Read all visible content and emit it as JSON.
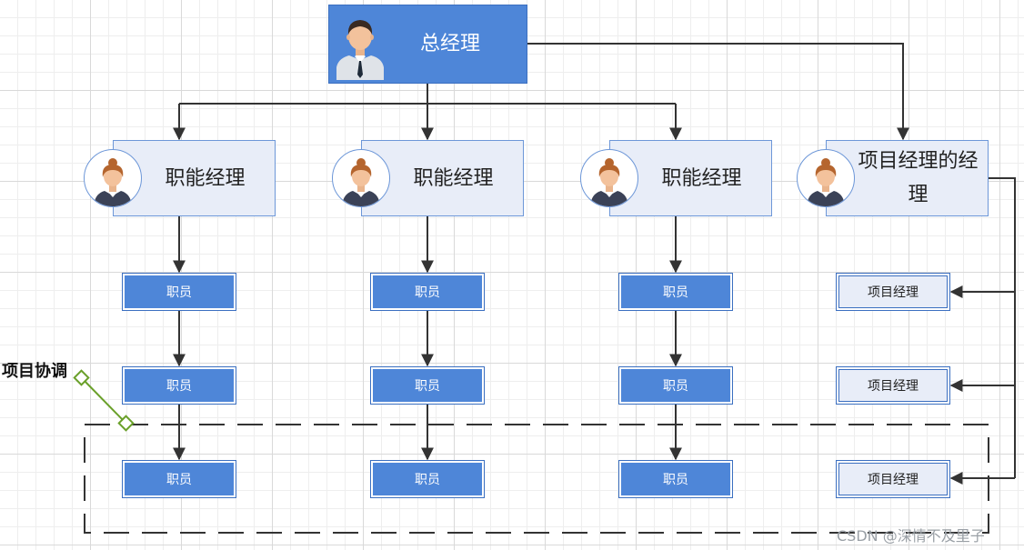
{
  "chart": {
    "ceo": {
      "label": "总经理"
    },
    "managers": [
      {
        "label": "职能经理"
      },
      {
        "label": "职能经理"
      },
      {
        "label": "职能经理"
      },
      {
        "label": "项目经理的经理"
      }
    ],
    "staff_label": "职员",
    "project_manager_label": "项目经理",
    "coordination_label": "项目协调"
  },
  "watermark": "CSDN @深情不及里子",
  "colors": {
    "box_blue": "#4e86d8",
    "box_light": "#e8edf8",
    "connector": "#333333",
    "dashed_frame": "#333333",
    "callout": "#6aa02a"
  }
}
